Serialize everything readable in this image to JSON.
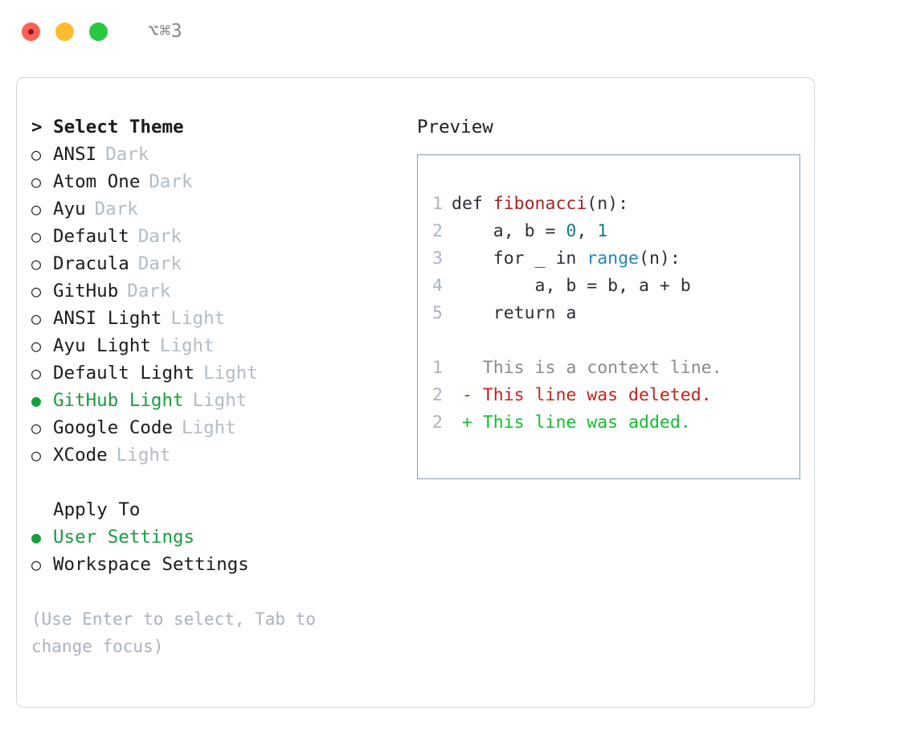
{
  "titlebar": {
    "lights": [
      "close",
      "minimize",
      "zoom"
    ],
    "shortcut": "⌥⌘3"
  },
  "left": {
    "theme_section": {
      "prompt": "> ",
      "title": "Select Theme",
      "focused": true,
      "items": [
        {
          "marker": "○",
          "label": "ANSI",
          "tag": "Dark",
          "selected": false
        },
        {
          "marker": "○",
          "label": "Atom One",
          "tag": "Dark",
          "selected": false
        },
        {
          "marker": "○",
          "label": "Ayu",
          "tag": "Dark",
          "selected": false
        },
        {
          "marker": "○",
          "label": "Default",
          "tag": "Dark",
          "selected": false
        },
        {
          "marker": "○",
          "label": "Dracula",
          "tag": "Dark",
          "selected": false
        },
        {
          "marker": "○",
          "label": "GitHub",
          "tag": "Dark",
          "selected": false
        },
        {
          "marker": "○",
          "label": "ANSI Light",
          "tag": "Light",
          "selected": false
        },
        {
          "marker": "○",
          "label": "Ayu Light",
          "tag": "Light",
          "selected": false
        },
        {
          "marker": "○",
          "label": "Default Light",
          "tag": "Light",
          "selected": false
        },
        {
          "marker": "●",
          "label": "GitHub Light",
          "tag": "Light",
          "selected": true
        },
        {
          "marker": "○",
          "label": "Google Code",
          "tag": "Light",
          "selected": false
        },
        {
          "marker": "○",
          "label": "XCode",
          "tag": "Light",
          "selected": false
        }
      ]
    },
    "apply_section": {
      "prompt": "  ",
      "title": "Apply To",
      "focused": false,
      "items": [
        {
          "marker": "●",
          "label": "User Settings",
          "tag": "",
          "selected": true
        },
        {
          "marker": "○",
          "label": "Workspace Settings",
          "tag": "",
          "selected": false
        }
      ]
    },
    "hint": "(Use Enter to select, Tab to change focus)"
  },
  "preview": {
    "title": "Preview",
    "code_lines": [
      {
        "n": "1",
        "segments": [
          {
            "t": "def ",
            "cls": "code-text"
          },
          {
            "t": "fibonacci",
            "cls": "tok-fn"
          },
          {
            "t": "(n):",
            "cls": "code-text"
          }
        ]
      },
      {
        "n": "2",
        "segments": [
          {
            "t": "    a, b = ",
            "cls": "code-text"
          },
          {
            "t": "0",
            "cls": "tok-num"
          },
          {
            "t": ", ",
            "cls": "code-text"
          },
          {
            "t": "1",
            "cls": "tok-num"
          }
        ]
      },
      {
        "n": "3",
        "segments": [
          {
            "t": "    for _ in ",
            "cls": "code-text"
          },
          {
            "t": "range",
            "cls": "tok-call"
          },
          {
            "t": "(n):",
            "cls": "code-text"
          }
        ]
      },
      {
        "n": "4",
        "segments": [
          {
            "t": "        a, b = b, a + b",
            "cls": "code-text"
          }
        ]
      },
      {
        "n": "5",
        "segments": [
          {
            "t": "    return a",
            "cls": "code-text"
          }
        ]
      }
    ],
    "diff_lines": [
      {
        "n": "1",
        "segments": [
          {
            "t": "   This is a context line.",
            "cls": "diff-ctx"
          }
        ]
      },
      {
        "n": "2",
        "segments": [
          {
            "t": " - This line was deleted.",
            "cls": "diff-del"
          }
        ]
      },
      {
        "n": "2",
        "segments": [
          {
            "t": " + This line was added.",
            "cls": "diff-add"
          }
        ]
      }
    ]
  },
  "colors": {
    "accent_green": "#14a03c",
    "tag_gray": "#b2bcc8",
    "hint_gray": "#aab3c0",
    "border_panel": "#d2d7de",
    "border_preview": "#8c9aad",
    "gutter": "#aab4c2",
    "fn_red": "#a6231f",
    "num_teal": "#0f7d7d",
    "call_blue": "#1f86c4",
    "diff_del": "#c7211c",
    "diff_add": "#0bc22a",
    "light_red": "#ff5f57",
    "light_yellow": "#febc2e",
    "light_green": "#28c840"
  }
}
